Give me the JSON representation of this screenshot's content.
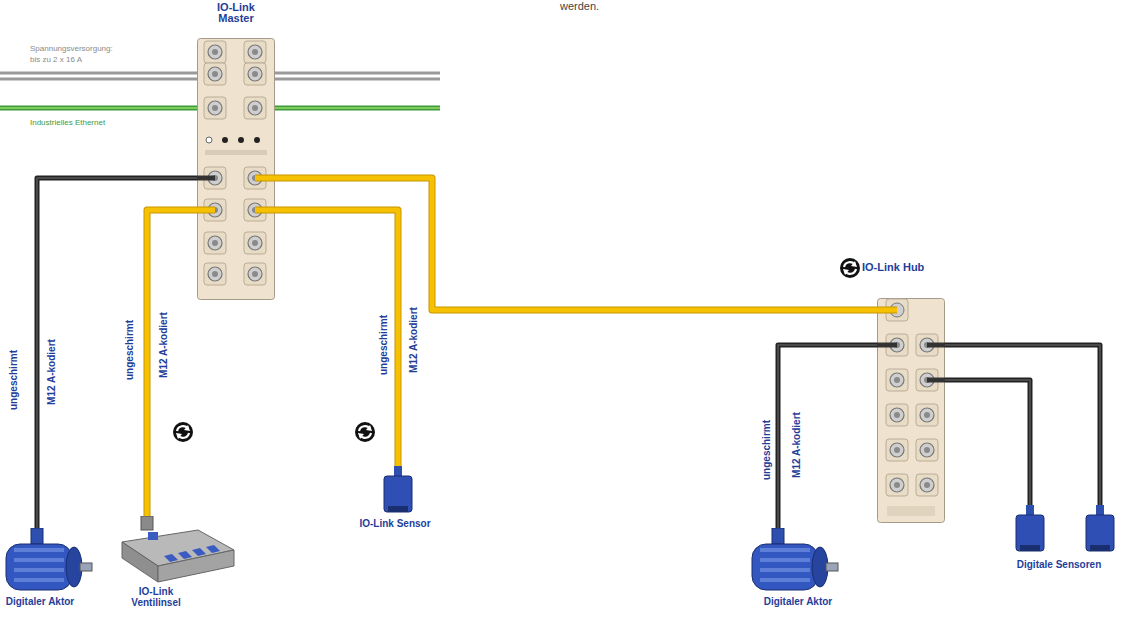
{
  "diagram": {
    "nodes": [
      {
        "text": [
          "IO-Link Master"
        ]
      },
      {
        "text": [
          "Digitaler Aktor"
        ]
      },
      {
        "text": [
          "IO-Link Ventilinsel"
        ]
      },
      {
        "text": [
          "IO-Link Sensor"
        ]
      },
      {
        "text": [
          "IO-Link Hub"
        ]
      },
      {
        "text": [
          "Digitaler Aktor"
        ]
      },
      {
        "text": [
          "Digitale Sensoren"
        ]
      }
    ],
    "edges": [
      {
        "from": 0,
        "to": 1,
        "arrow": "none"
      },
      {
        "from": 0,
        "to": 2,
        "arrow": "none"
      },
      {
        "from": 0,
        "to": 3,
        "arrow": "none"
      },
      {
        "from": 0,
        "to": 4,
        "arrow": "none"
      },
      {
        "from": 4,
        "to": 5,
        "arrow": "none"
      },
      {
        "from": 4,
        "to": 6,
        "arrow": "none"
      },
      {
        "from": 4,
        "to": 6,
        "arrow": "none"
      }
    ],
    "labels": [
      "werden.",
      "Spannungsversorgung:",
      "bis zu 2 x 16 A",
      "Industrielles Ethernet",
      "ungeschirmt",
      "M12 A-kodiert",
      "ungeschirmt",
      "M12 A-kodiert",
      "ungeschirmt",
      "M12 A-kodiert",
      "ungeschirmt",
      "M12 A-kodiert"
    ]
  }
}
